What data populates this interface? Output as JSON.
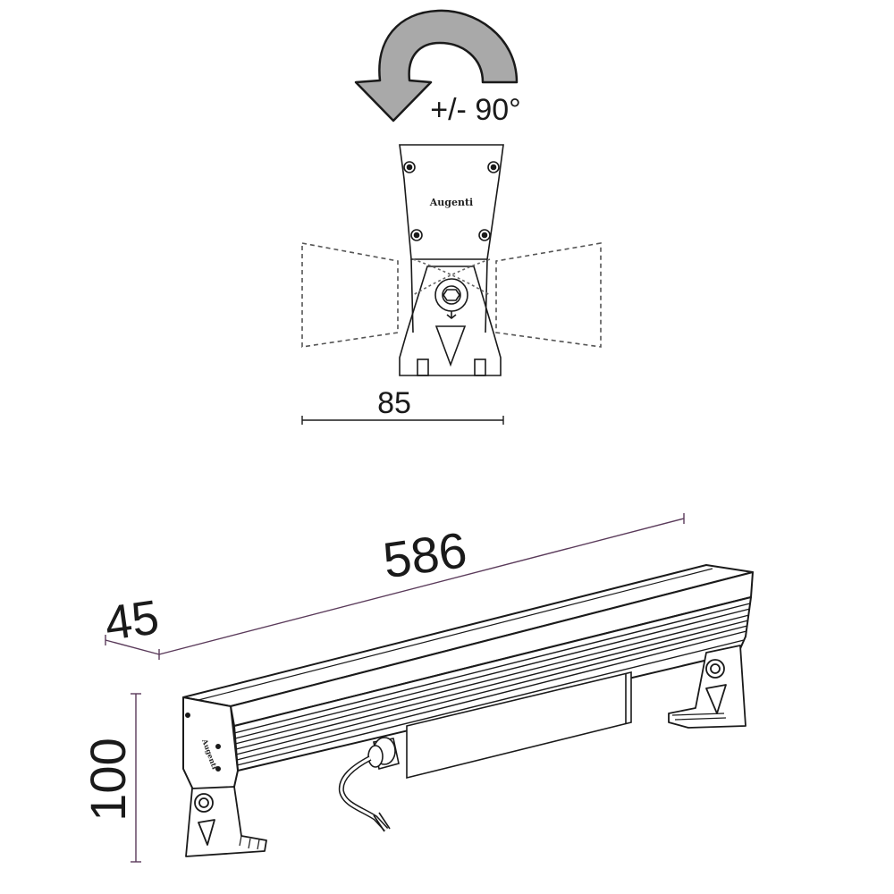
{
  "rotation": {
    "label": "+/- 90°",
    "arrow_color": "#a9a9a9"
  },
  "front_view": {
    "brand": "Augenti",
    "width_dim": "85"
  },
  "iso_view": {
    "length_dim": "586",
    "depth_dim": "45",
    "height_dim": "100",
    "brand": "Augenti"
  },
  "colors": {
    "line": "#1a1a1a",
    "dim_line_purple": "#5a3a5a",
    "arrow_fill": "#a9a9a9"
  }
}
